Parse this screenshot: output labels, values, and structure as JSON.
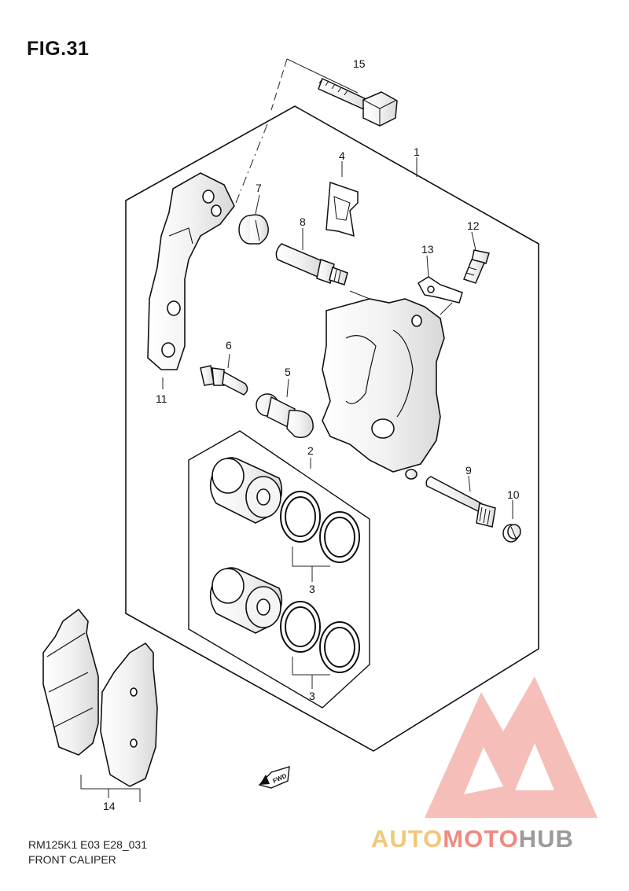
{
  "figure": {
    "title": "FIG.31",
    "model_code": "RM125K1 E03 E28_031",
    "caption": "FRONT CALIPER"
  },
  "callouts": [
    "1",
    "2",
    "3",
    "3",
    "4",
    "5",
    "6",
    "7",
    "8",
    "9",
    "10",
    "11",
    "12",
    "13",
    "14",
    "15"
  ],
  "watermark": {
    "brand_part_a": "AUTO",
    "brand_part_b": "MOTO",
    "brand_part_c": "HUB",
    "color_a": "#f2c77a",
    "color_b": "#f08a80",
    "color_c": "#9b9b9b"
  },
  "direction_marker": "FWD"
}
